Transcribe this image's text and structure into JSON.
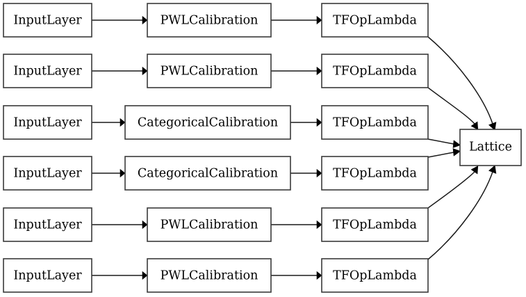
{
  "diagram": {
    "type": "keras-model-graph",
    "orientation": "left-to-right",
    "background_color": "#ffffff",
    "node_fill_color": "#ffffff",
    "node_border_color": "#3a3a3a",
    "edge_color": "#1a1a1a",
    "rows": [
      {
        "input": "InputLayer",
        "calibration": "PWLCalibration",
        "op": "TFOpLambda"
      },
      {
        "input": "InputLayer",
        "calibration": "PWLCalibration",
        "op": "TFOpLambda"
      },
      {
        "input": "InputLayer",
        "calibration": "CategoricalCalibration",
        "op": "TFOpLambda"
      },
      {
        "input": "InputLayer",
        "calibration": "CategoricalCalibration",
        "op": "TFOpLambda"
      },
      {
        "input": "InputLayer",
        "calibration": "PWLCalibration",
        "op": "TFOpLambda"
      },
      {
        "input": "InputLayer",
        "calibration": "PWLCalibration",
        "op": "TFOpLambda"
      }
    ],
    "output_node": "Lattice"
  }
}
